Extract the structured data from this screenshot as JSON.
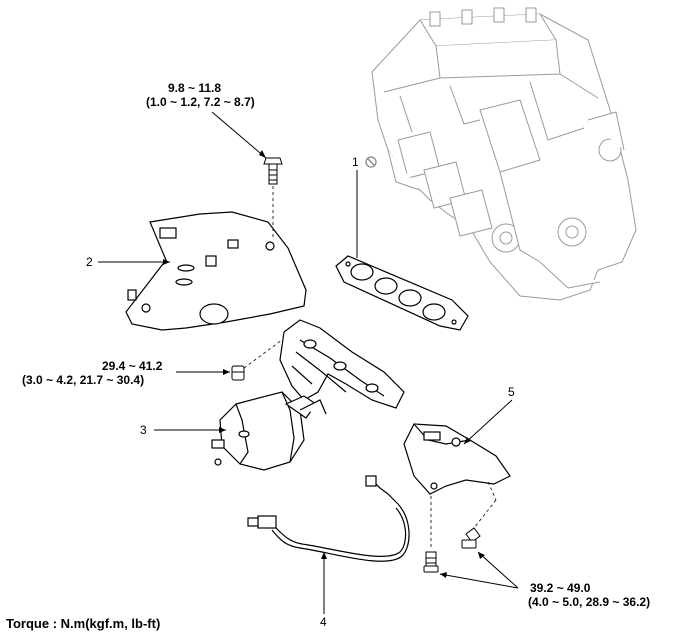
{
  "callouts": {
    "c1": "1",
    "c2": "2",
    "c3": "3",
    "c4": "4",
    "c5": "5"
  },
  "torques": {
    "heat_protector_bolt": {
      "line1": "9.8 ~ 11.8",
      "line2": "(1.0 ~ 1.2, 7.2 ~ 8.7)"
    },
    "manifold_nut": {
      "line1": "29.4 ~ 41.2",
      "line2": "(3.0 ~ 4.2, 21.7 ~ 30.4)"
    },
    "bracket_bolts": {
      "line1": "39.2 ~ 49.0",
      "line2": "(4.0 ~ 5.0, 28.9 ~ 36.2)"
    }
  },
  "footer": {
    "torque_unit": "Torque : N.m(kgf.m, lb-ft)"
  },
  "icons": {
    "no_reuse": "prohibition-icon"
  }
}
